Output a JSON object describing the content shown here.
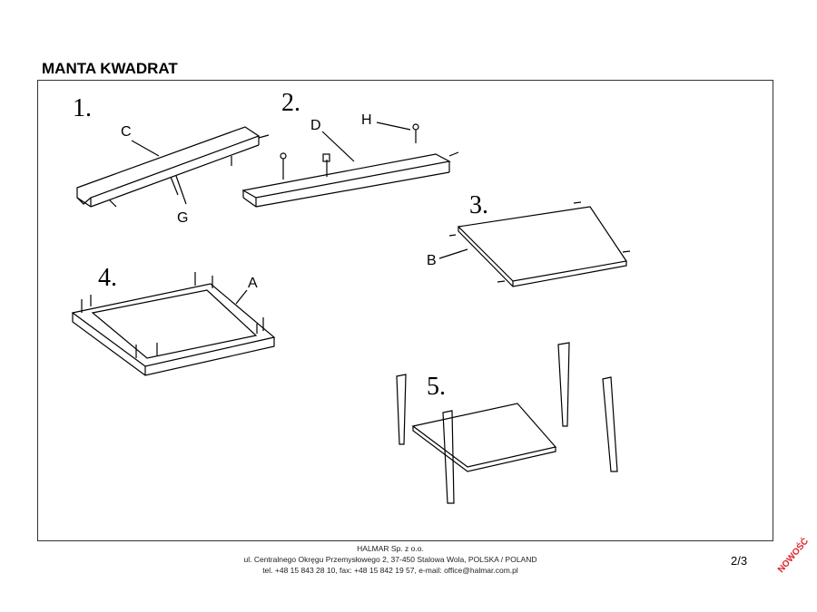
{
  "title": "MANTA KWADRAT",
  "steps": [
    {
      "number": "1."
    },
    {
      "number": "2."
    },
    {
      "number": "3."
    },
    {
      "number": "4."
    },
    {
      "number": "5."
    }
  ],
  "parts": {
    "a": "A",
    "b": "B",
    "c": "C",
    "d": "D",
    "g": "G",
    "h": "H"
  },
  "footer": {
    "company": "HALMAR Sp. z o.o.",
    "address": "ul. Centralnego Okręgu Przemysłowego 2, 37-450 Stalowa Wola, POLSKA / POLAND",
    "contact": "tel. +48 15 843 28 10, fax: +48 15 842 19 57, e-mail: office@halmar.com.pl"
  },
  "page_number": "2/3",
  "badge": "NOWOŚĆ"
}
